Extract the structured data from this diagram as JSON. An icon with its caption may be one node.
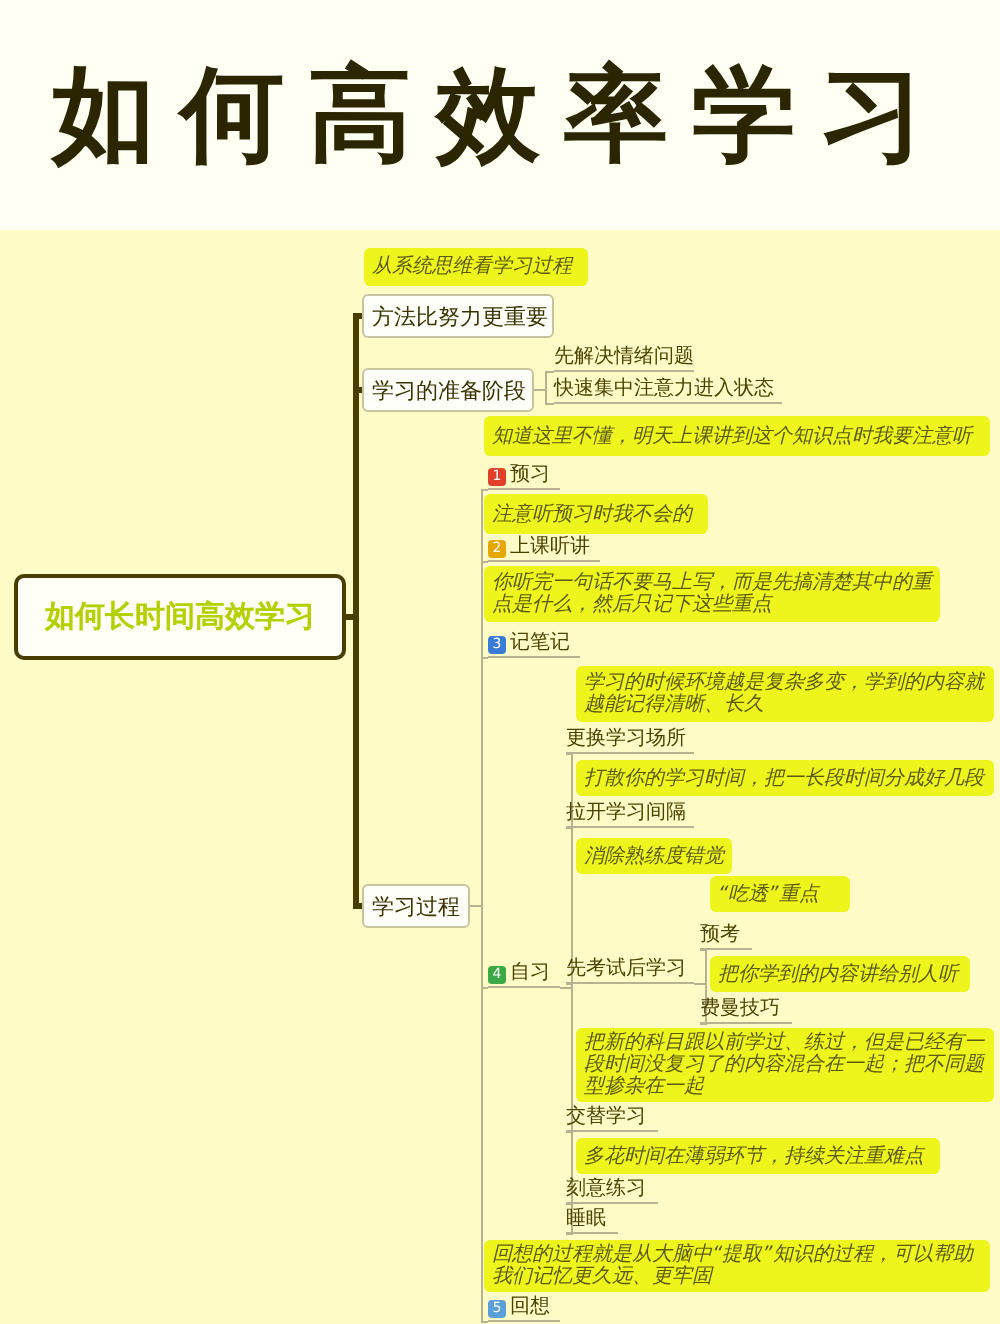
{
  "diagram": {
    "title": "如何高效率学习",
    "nodes": [
      {
        "text": [
          "如何长时间高效学习"
        ]
      },
      {
        "text": [
          "从系统思维看学习过程"
        ]
      },
      {
        "text": [
          "方法比努力更重要"
        ]
      },
      {
        "text": [
          "学习的准备阶段"
        ]
      },
      {
        "text": [
          "先解决情绪问题"
        ]
      },
      {
        "text": [
          "快速集中注意力进入状态"
        ]
      },
      {
        "text": [
          "学习过程"
        ]
      },
      {
        "text": [
          "知道这里不懂，明天上课讲到这个知识点时我要注意听"
        ]
      },
      {
        "text": [
          "1",
          "预习"
        ]
      },
      {
        "text": [
          "注意听预习时我不会的"
        ]
      },
      {
        "text": [
          "2",
          "上课听讲"
        ]
      },
      {
        "text": [
          "你听完一句话不要马上写，而是先搞清楚其中的重点是什么，然后只记下这些重点"
        ]
      },
      {
        "text": [
          "3",
          "记笔记"
        ]
      },
      {
        "text": [
          "4",
          "自习"
        ]
      },
      {
        "text": [
          "学习的时候环境越是复杂多变，学到的内容就越能记得清晰、长久"
        ]
      },
      {
        "text": [
          "更换学习场所"
        ]
      },
      {
        "text": [
          "打散你的学习时间，把一长段时间分成好几段"
        ]
      },
      {
        "text": [
          "拉开学习间隔"
        ]
      },
      {
        "text": [
          "消除熟练度错觉"
        ]
      },
      {
        "text": [
          "先考试后学习"
        ]
      },
      {
        "text": [
          "“吃透”重点"
        ]
      },
      {
        "text": [
          "预考"
        ]
      },
      {
        "text": [
          "把你学到的内容讲给别人听"
        ]
      },
      {
        "text": [
          "费曼技巧"
        ]
      },
      {
        "text": [
          "把新的科目跟以前学过、练过，但是已经有一段时间没复习了的内容混合在一起；把不同题型掺杂在一起"
        ]
      },
      {
        "text": [
          "交替学习"
        ]
      },
      {
        "text": [
          "多花时间在薄弱环节，持续关注重难点"
        ]
      },
      {
        "text": [
          "刻意练习"
        ]
      },
      {
        "text": [
          "睡眠"
        ]
      },
      {
        "text": [
          "回想的过程就是从大脑中“提取”知识的过程，可以帮助我们记忆更久远、更牢固"
        ]
      },
      {
        "text": [
          "5",
          "回想"
        ]
      }
    ],
    "edges": [
      {
        "from": 0,
        "to": 2,
        "arrow": "none",
        "style": "thick",
        "color": "#4a3d00"
      },
      {
        "from": 0,
        "to": 3,
        "arrow": "none",
        "style": "thick",
        "color": "#4a3d00"
      },
      {
        "from": 0,
        "to": 6,
        "arrow": "none",
        "style": "thick",
        "color": "#4a3d00"
      },
      {
        "from": 3,
        "to": 4,
        "arrow": "none"
      },
      {
        "from": 3,
        "to": 5,
        "arrow": "none"
      },
      {
        "from": 6,
        "to": 8,
        "arrow": "none"
      },
      {
        "from": 6,
        "to": 10,
        "arrow": "none"
      },
      {
        "from": 6,
        "to": 12,
        "arrow": "none"
      },
      {
        "from": 6,
        "to": 13,
        "arrow": "none"
      },
      {
        "from": 6,
        "to": 30,
        "arrow": "none"
      },
      {
        "from": 13,
        "to": 15,
        "arrow": "none"
      },
      {
        "from": 13,
        "to": 17,
        "arrow": "none"
      },
      {
        "from": 13,
        "to": 19,
        "arrow": "none"
      },
      {
        "from": 13,
        "to": 25,
        "arrow": "none"
      },
      {
        "from": 13,
        "to": 27,
        "arrow": "none"
      },
      {
        "from": 13,
        "to": 28,
        "arrow": "none"
      },
      {
        "from": 19,
        "to": 21,
        "arrow": "none"
      },
      {
        "from": 19,
        "to": 23,
        "arrow": "none"
      }
    ]
  }
}
